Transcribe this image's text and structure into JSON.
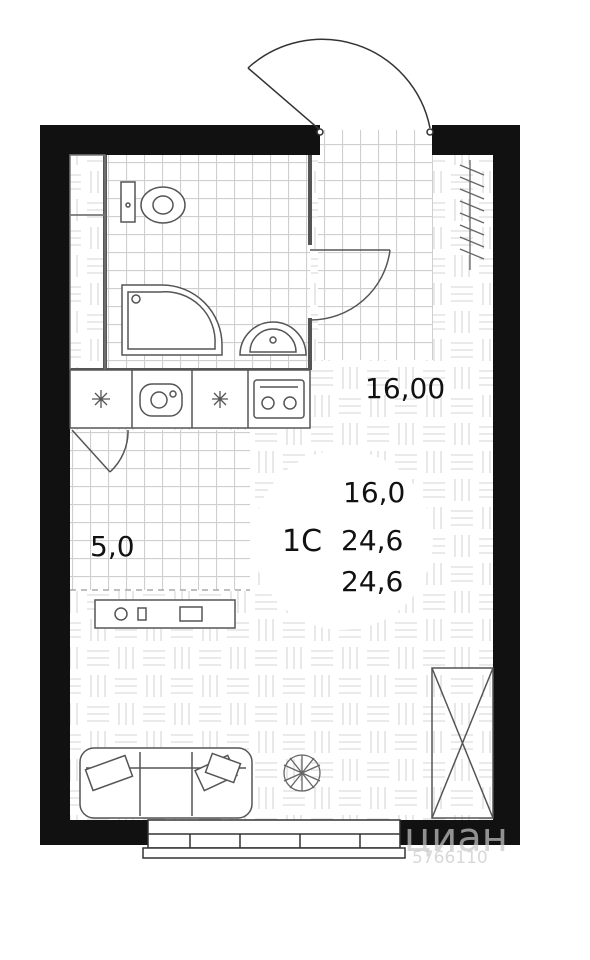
{
  "plan": {
    "room_area": "16,00",
    "kitchen_area": "5,0",
    "apartment_type": "1С",
    "badge_values": [
      "16,0",
      "24,6",
      "24,6"
    ]
  },
  "watermark": {
    "brand": "циан",
    "listing_id": "5766110"
  },
  "colors": {
    "walls": "#111111",
    "lines": "#6f6f6f",
    "tiles": "#cfcfcf",
    "parquet": "#d6d6d6",
    "badge": "#ffffff"
  }
}
